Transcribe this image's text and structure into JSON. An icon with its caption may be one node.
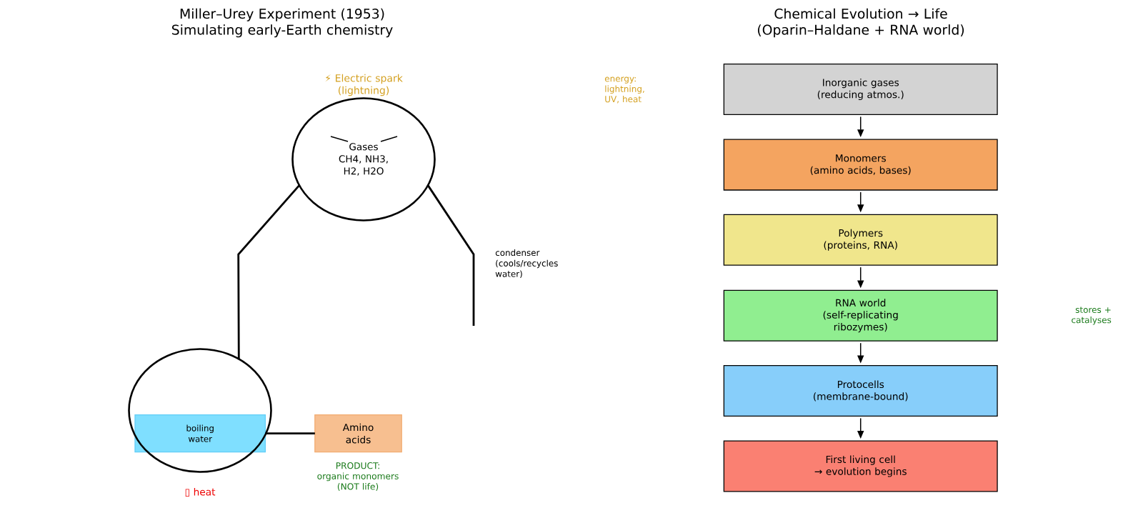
{
  "diagram": {
    "nodes": [
      {
        "text": [
          "Gases CH4, NH3, H2, H2O"
        ],
        "beside": [
          "⚡ Electric spark (lightning)"
        ]
      },
      {
        "text": [],
        "shape": "circle",
        "beside": [
          "▯ heat"
        ]
      },
      {
        "text": [
          "boiling water"
        ],
        "in": 1
      },
      {
        "text": [
          "Amino acids"
        ],
        "beside": [
          "PRODUCT: organic monomers (NOT life)"
        ]
      },
      {
        "text": [
          "Inorganic gases (reducing atmos.)"
        ]
      },
      {
        "text": [
          "Monomers (amino acids, bases)"
        ]
      },
      {
        "text": [
          "Polymers (proteins, RNA)"
        ]
      },
      {
        "text": [
          "RNA world (self-replicating ribozymes)"
        ]
      },
      {
        "text": [
          "Protocells (membrane-bound)"
        ]
      },
      {
        "text": [
          "First living cell → evolution begins"
        ]
      }
    ],
    "edges": [
      {
        "from": 0,
        "to": 1,
        "arrow": "none"
      },
      {
        "from": 0,
        "to": null,
        "arrow": "none"
      },
      {
        "from": 2,
        "to": 3,
        "arrow": "none"
      },
      {
        "from": 4,
        "to": 5,
        "arrow": "to"
      },
      {
        "from": 5,
        "to": 6,
        "arrow": "to"
      },
      {
        "from": 6,
        "to": 7,
        "arrow": "to"
      },
      {
        "from": 7,
        "to": 8,
        "arrow": "to"
      },
      {
        "from": 8,
        "to": 9,
        "arrow": "to"
      }
    ],
    "labels": [
      "Miller–Urey Experiment (1953) Simulating early-Earth chemistry",
      "Chemical Evolution → Life (Oparin–Haldane + RNA world)",
      "condenser (cools/recycles water)",
      "energy: lightning, UV, heat",
      "stores + catalyses"
    ]
  }
}
